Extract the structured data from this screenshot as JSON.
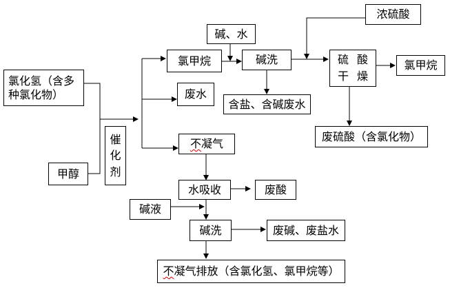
{
  "nodes": {
    "hcl": {
      "line1": "氯化氢（含多",
      "line2": "种氯化物）"
    },
    "methanol": {
      "label": "甲醇"
    },
    "catalyst": {
      "chars": [
        "催",
        "化",
        "剂"
      ]
    },
    "chloromethane": {
      "label": "氯甲烷"
    },
    "wastewater": {
      "label": "废水"
    },
    "noncond": {
      "label_squig": "不",
      "label_rest": "凝气"
    },
    "alkali_water": {
      "label": "碱、水"
    },
    "alkali_wash1": {
      "label": "碱洗"
    },
    "salt_alkali_wastewater": {
      "label": "含盐、含碱废水"
    },
    "conc_sulfuric": {
      "label": "浓硫酸"
    },
    "sulfuric_dry": {
      "chars": [
        "硫",
        "酸",
        "干",
        "燥"
      ]
    },
    "chloromethane_out": {
      "label": "氯甲烷"
    },
    "waste_sulfuric": {
      "label": "废硫酸（含氯化物）"
    },
    "water_absorb": {
      "label": "水吸收"
    },
    "waste_acid": {
      "label": "废酸"
    },
    "alkali_liquid": {
      "label": "碱液"
    },
    "alkali_wash2": {
      "label": "碱洗"
    },
    "waste_alkali_brine": {
      "label": "废碱、废盐水"
    },
    "noncond_vent": {
      "label_squig": "不",
      "label_rest": "凝气排放（含氯化氢、氯甲烷等）"
    }
  },
  "colors": {
    "line": "#000000",
    "squiggle": "#dd0000"
  }
}
